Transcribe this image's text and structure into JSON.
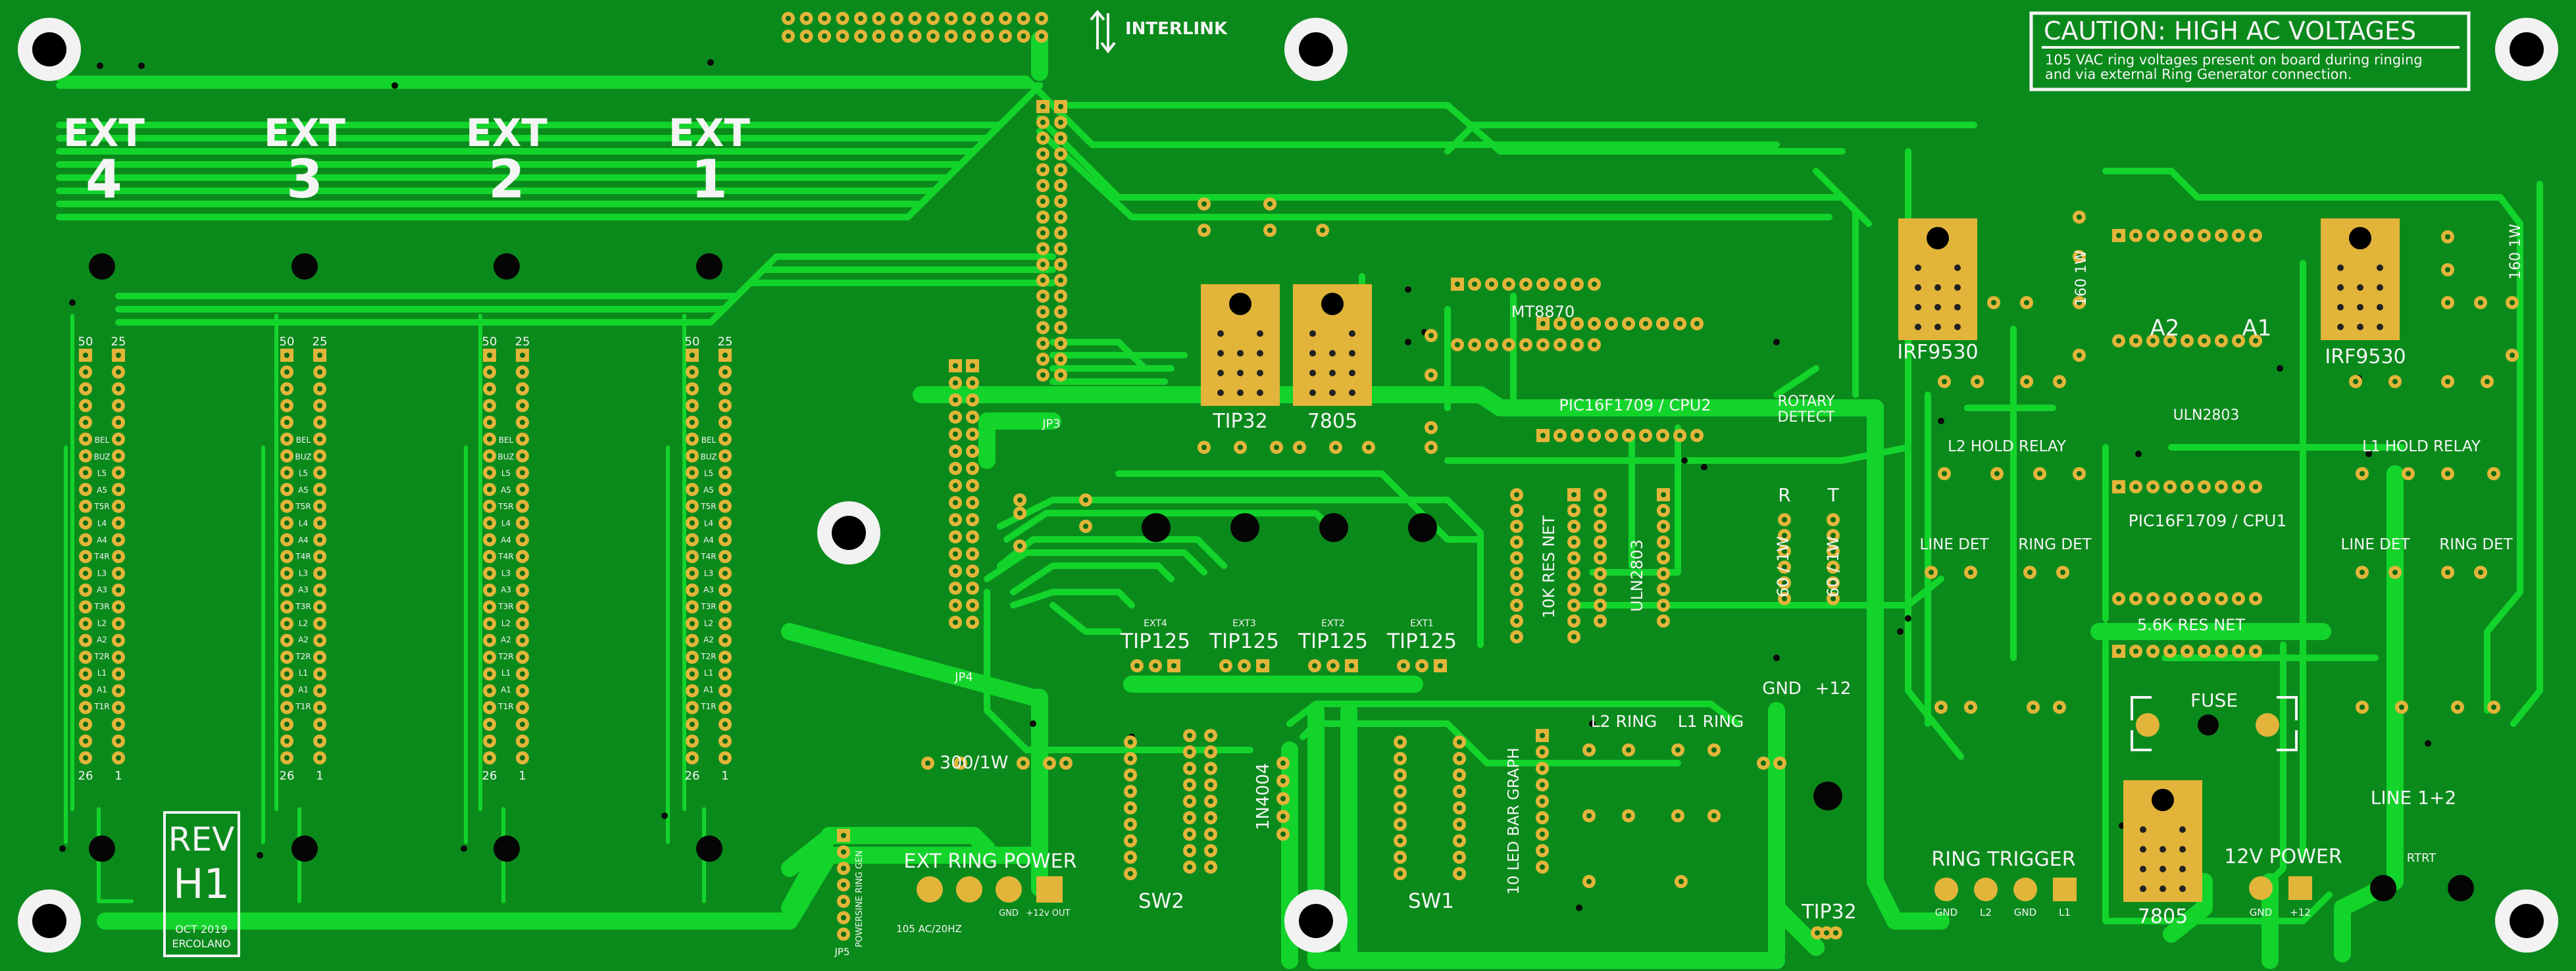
{
  "colors": {
    "board": "#0b8a1c",
    "trace": "#13d42b",
    "silkscreen": "#f4f4f4",
    "pad": "#e2b53a",
    "via": "#000000"
  },
  "caution": {
    "title": "CAUTION: HIGH AC VOLTAGES",
    "line1": "105 VAC ring voltages present on board during ringing",
    "line2": "and via external Ring Generator connection."
  },
  "interlink": "INTERLINK",
  "ext_ports": [
    {
      "label": "EXT",
      "num": "4"
    },
    {
      "label": "EXT",
      "num": "3"
    },
    {
      "label": "EXT",
      "num": "2"
    },
    {
      "label": "EXT",
      "num": "1"
    }
  ],
  "connector": {
    "top_left": "50",
    "top_right": "25",
    "bottom_left": "26",
    "bottom_right": "1",
    "pins": [
      "BEL",
      "BUZ",
      "L5",
      "A5",
      "T5R",
      "L4",
      "A4",
      "T4R",
      "L3",
      "A3",
      "T3R",
      "L2",
      "A2",
      "T2R",
      "L1",
      "A1",
      "T1R"
    ]
  },
  "rev": {
    "line1": "REV",
    "line2": "H1",
    "date": "OCT 2019",
    "author": "ERCOLANO"
  },
  "jumpers": {
    "jp3": "JP3",
    "jp4": "JP4",
    "jp5": "JP5"
  },
  "jp5_pins": "POWERSINE RING GEN",
  "components": {
    "tip32_top": "TIP32",
    "reg_7805_top": "7805",
    "mt8870": "MT8870",
    "cpu2": "PIC16F1709 / CPU2",
    "rotary": [
      "ROTARY",
      "DETECT"
    ],
    "irf_left": "IRF9530",
    "irf_right": "IRF9530",
    "res_160_left": "160 1W",
    "res_160_right": "160 1W",
    "a2": "A2",
    "a1": "A1",
    "uln2803_right": "ULN2803",
    "l2_hold": "L2 HOLD RELAY",
    "l1_hold": "L1 HOLD RELAY",
    "line_det": "LINE DET",
    "ring_det": "RING DET",
    "cpu1": "PIC16F1709 / CPU1",
    "res_5k6": "5.6K RES NET",
    "res_10k": "10K RES NET",
    "uln2803_mid": "ULN2803",
    "r_label": "R",
    "t_label": "T",
    "res_60_left": "60 / 1W",
    "res_60_right": "60 / 1W",
    "gnd": "GND",
    "plus12": "+12",
    "tip125": "TIP125",
    "ext_small": [
      "EXT4",
      "EXT3",
      "EXT2",
      "EXT1"
    ],
    "res_300": "300/1W",
    "ext_ring_power": "EXT RING POWER",
    "ring_power_ac": "105 AC/20HZ",
    "gnd_small": "GND",
    "out_12": "+12v OUT",
    "sw2": "SW2",
    "sw1": "SW1",
    "diode": "1N4004",
    "led_graph": "10 LED BAR GRAPH",
    "l2_ring": "L2 RING",
    "l1_ring": "L1 RING",
    "tip32_bottom": "TIP32",
    "ring_trigger": "RING TRIGGER",
    "ring_trigger_pins": [
      "GND",
      "L2",
      "GND",
      "L1"
    ],
    "fuse": "FUSE",
    "reg_7805_bottom": "7805",
    "power12": "12V POWER",
    "power12_pins": [
      "GND",
      "+12"
    ],
    "line12": "LINE 1+2",
    "rtrt": "RTRT"
  }
}
